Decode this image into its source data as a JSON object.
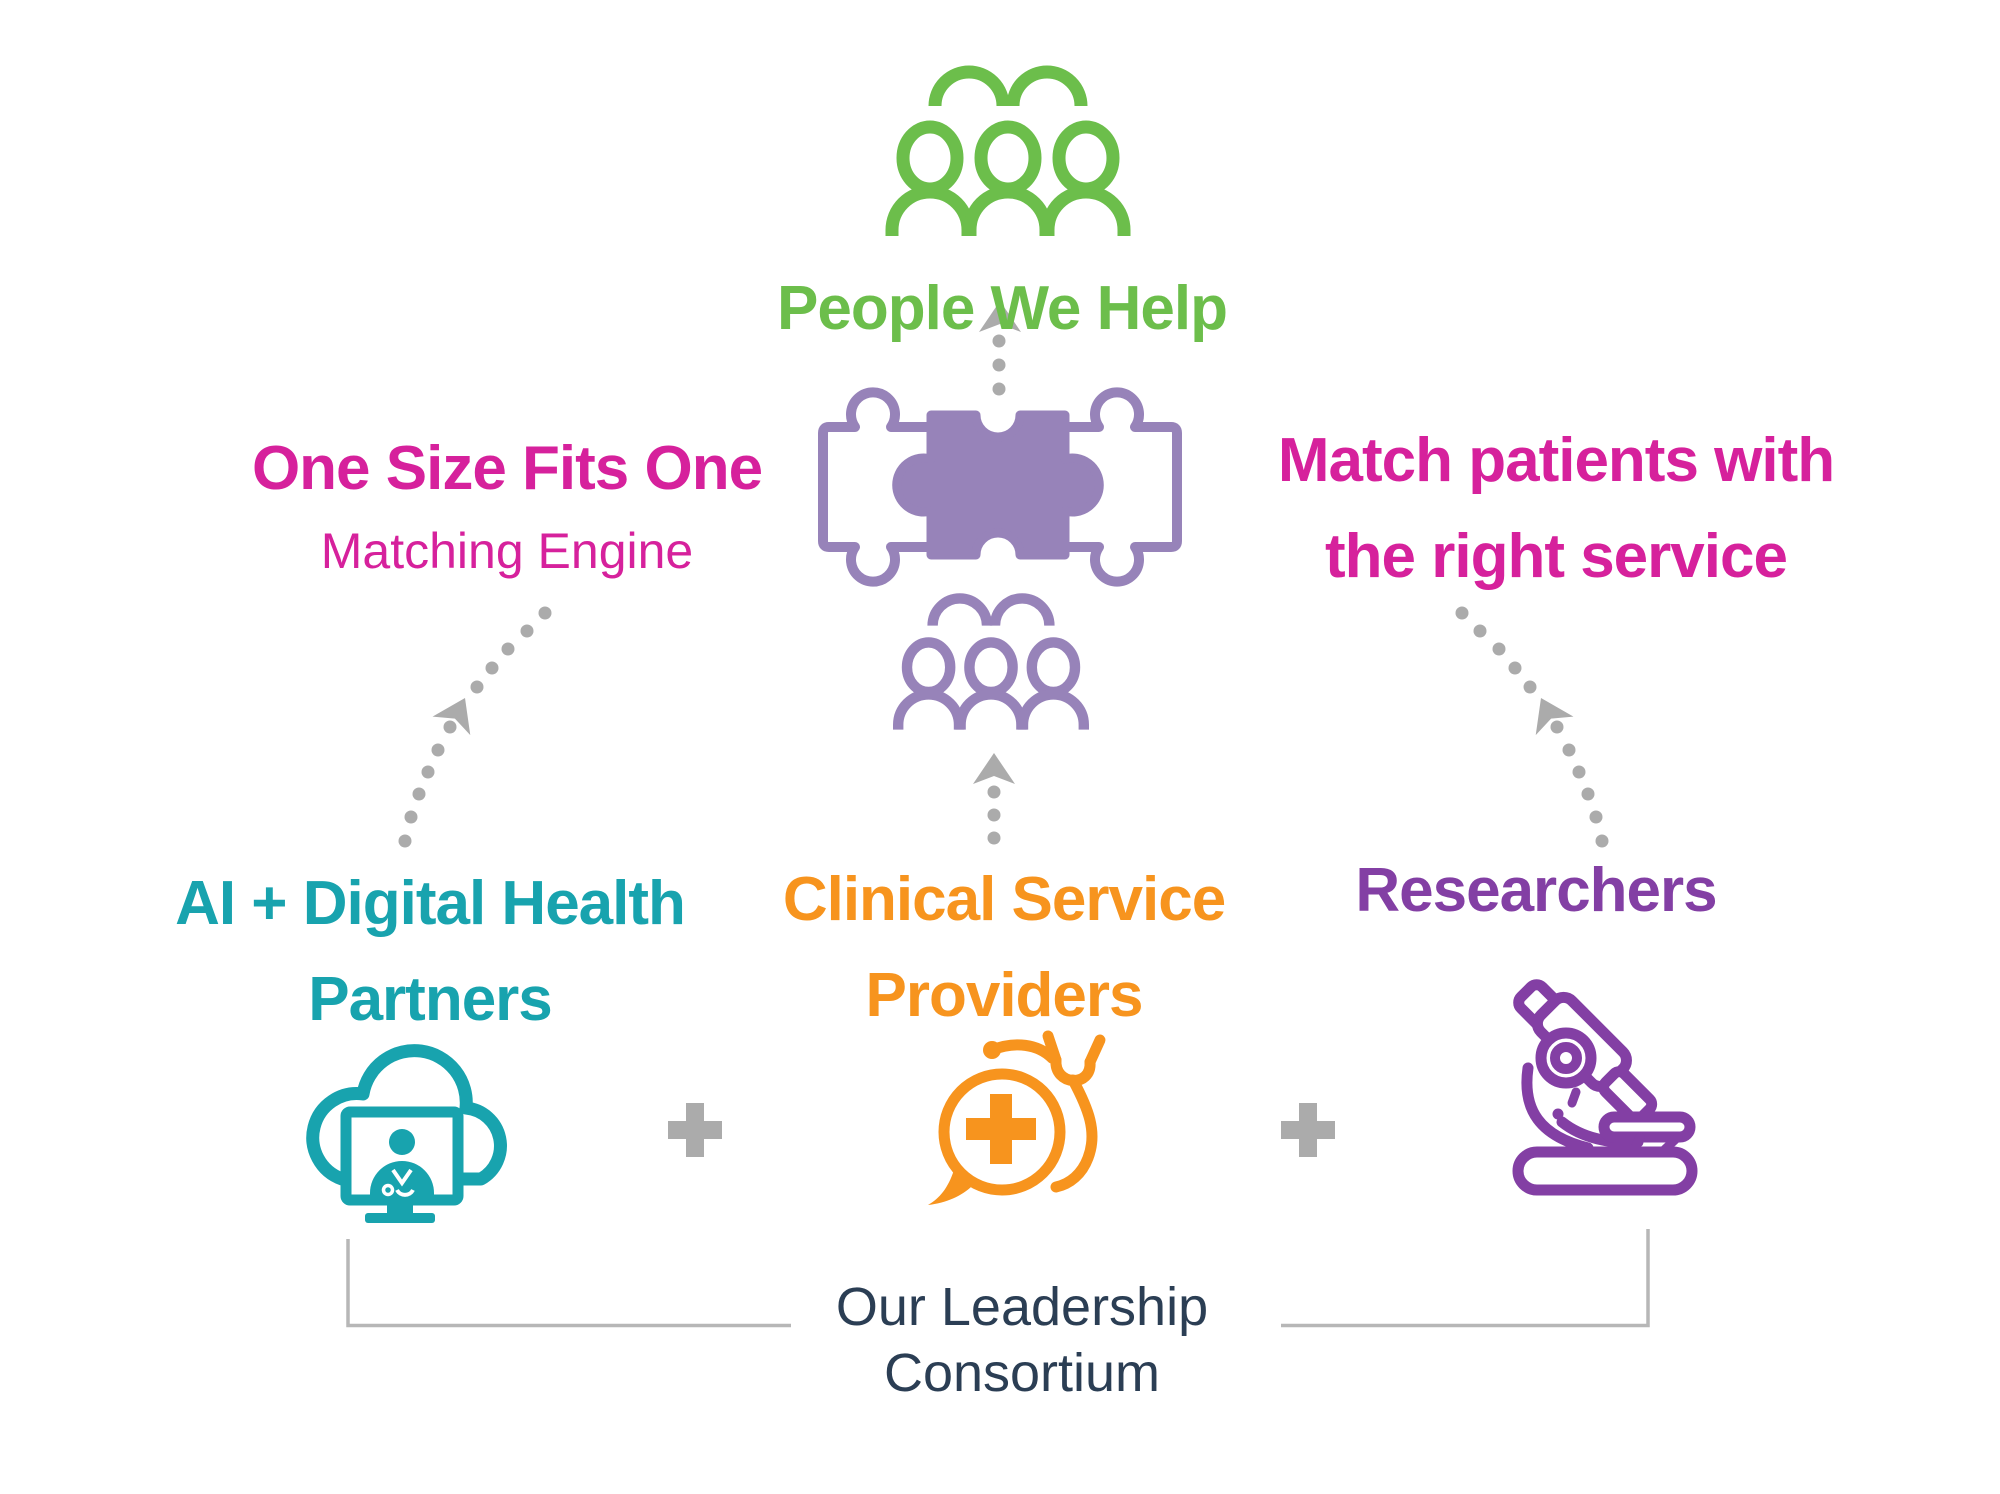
{
  "palette": {
    "green": "#6CBE4B",
    "pink": "#D6219C",
    "lavender": "#9783B9",
    "teal": "#18A3AE",
    "orange": "#F7941E",
    "purple": "#833FA4",
    "navy": "#2B3E54",
    "gray": "#ABABAB",
    "line_gray": "#B7B7B7"
  },
  "top": {
    "label": "People We Help",
    "icon": "people-group-icon"
  },
  "engine": {
    "title": "One Size Fits One",
    "subtitle": "Matching Engine",
    "icon": "puzzle-pieces-icon"
  },
  "match": {
    "line1": "Match patients with",
    "line2": "the right service"
  },
  "served": {
    "icon": "people-group-icon"
  },
  "arrows": {
    "style": "dotted",
    "color": "#ABABAB"
  },
  "separator": {
    "symbol": "+"
  },
  "partners": {
    "ai": {
      "line1": "AI + Digital Health",
      "line2": "Partners",
      "icon": "cloud-telehealth-icon"
    },
    "clinical": {
      "line1": "Clinical Service",
      "line2": "Providers",
      "icon": "chat-medical-cross-stethoscope-icon"
    },
    "research": {
      "line1": "Researchers",
      "icon": "microscope-icon"
    }
  },
  "consortium": {
    "line1": "Our Leadership",
    "line2": "Consortium"
  }
}
